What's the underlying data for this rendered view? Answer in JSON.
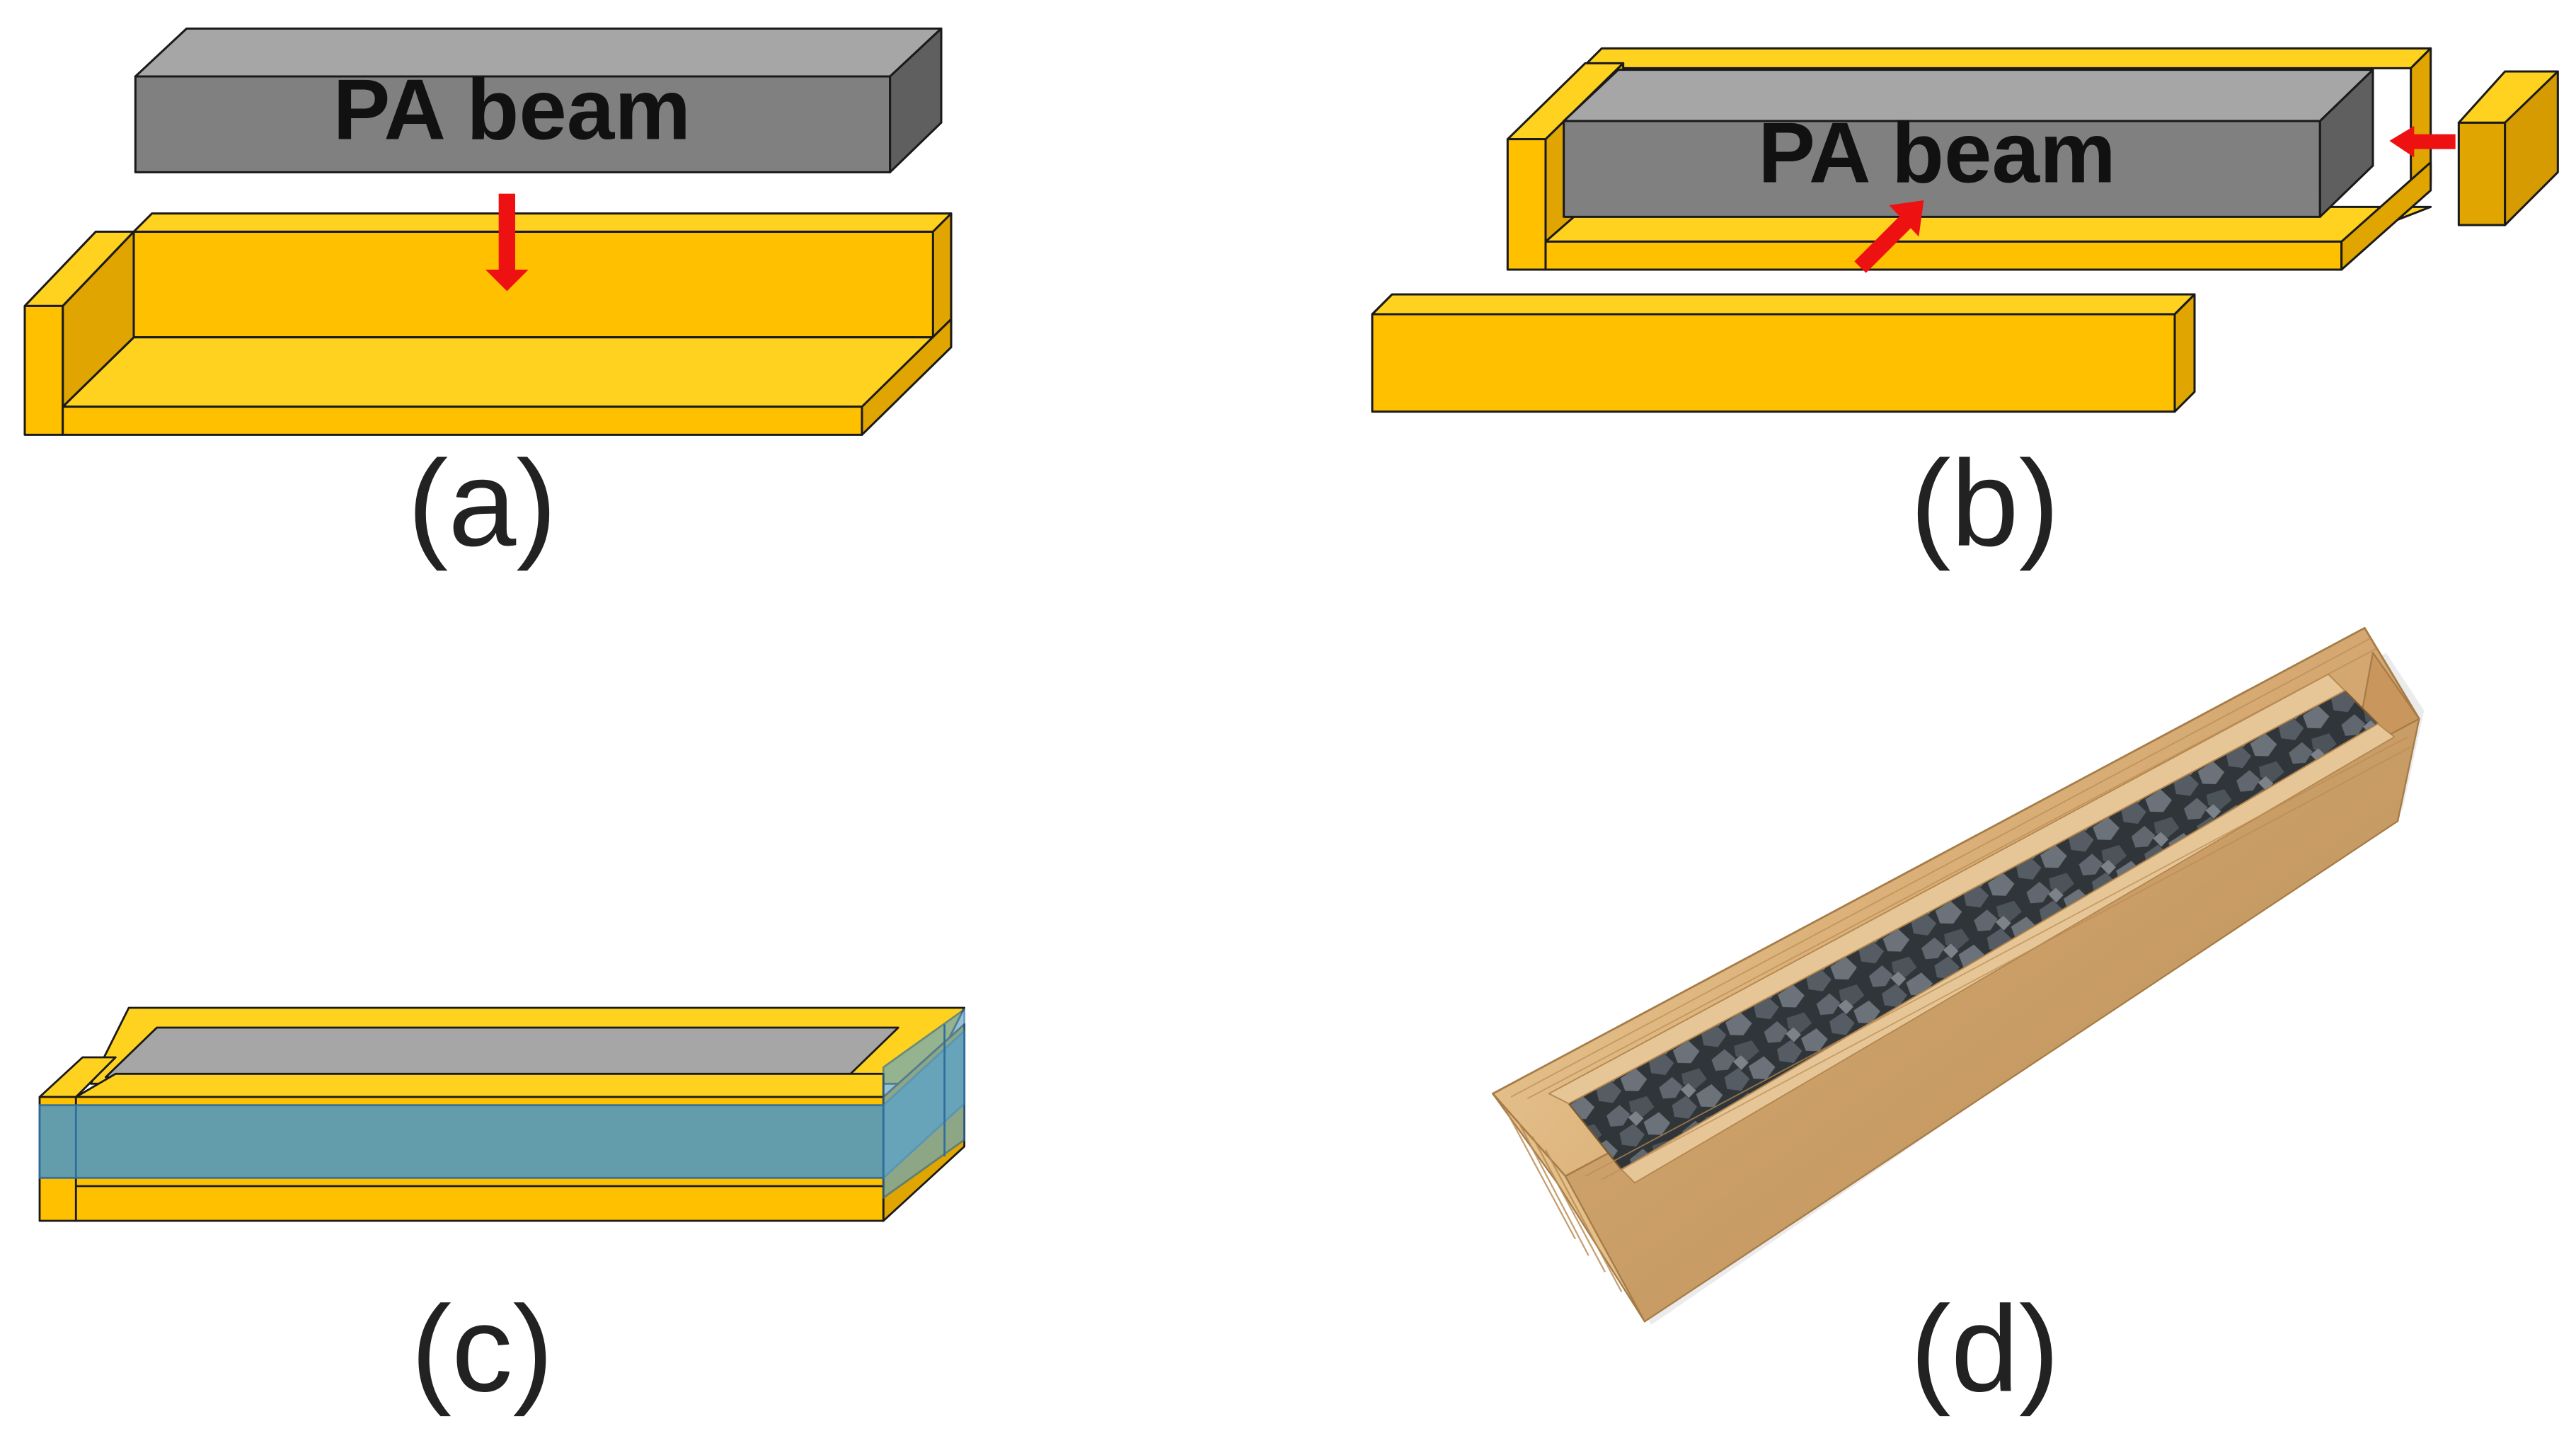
{
  "panels": {
    "a": {
      "caption": "(a)",
      "beam_label": "PA beam"
    },
    "b": {
      "caption": "(b)",
      "beam_label": "PA beam"
    },
    "c": {
      "caption": "(c)"
    },
    "d": {
      "caption": "(d)"
    }
  },
  "colors": {
    "mold_top": "#FFD21F",
    "mold_front": "#FFC000",
    "mold_side": "#E0A500",
    "beam_top": "#A6A6A6",
    "beam_front": "#808080",
    "beam_side": "#5F5F5F",
    "arrow": "#EE1111",
    "wrap": "#5B9BB5",
    "wood": "#DDB680",
    "aggregate": "#3F4449"
  }
}
